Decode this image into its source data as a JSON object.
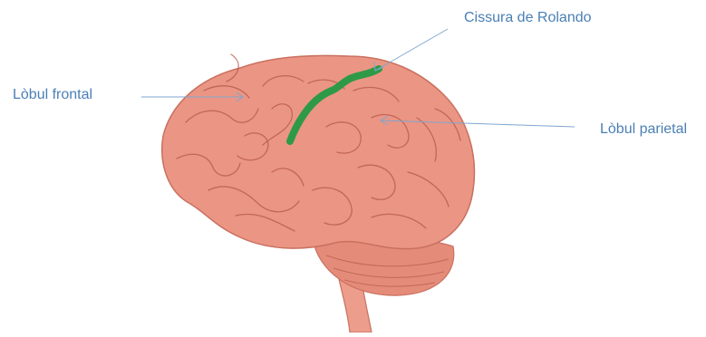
{
  "labels": {
    "frontal": "Lòbul frontal",
    "rolando": "Cissura de Rolando",
    "parietal": "Lòbul parietal"
  },
  "colors": {
    "label_text": "#4a7fb5",
    "leader_line": "#7fa6cf",
    "brain_fill": "#eb9584",
    "brain_outline": "#c9705f",
    "gyri_line": "#b4584a",
    "cerebellum_fill": "#e48c79",
    "brainstem_fill": "#ec9d8b",
    "rolando_highlight": "#2e9a47",
    "rolando_outline": "#1f6e33"
  }
}
